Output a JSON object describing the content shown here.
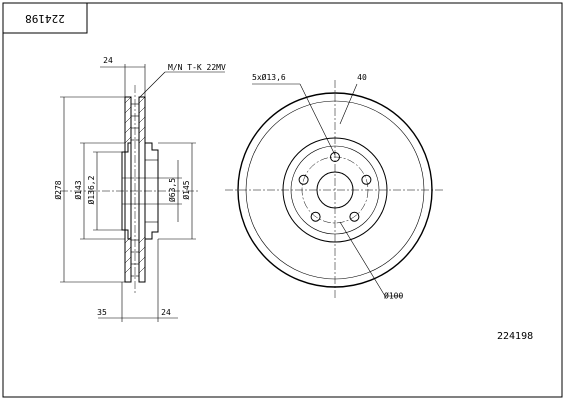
{
  "title_block": {
    "part_number_rotated": "224198"
  },
  "side_view": {
    "dim_width_top": "24",
    "note": "M/N T-K 22MV",
    "dim_outer_diameter": "Ø278",
    "dim_hub_diameter": "Ø143",
    "dim_hat_diameter": "Ø136,2",
    "dim_bore_diameter": "Ø63,5",
    "dim_inner_diameter": "Ø145",
    "dim_height_bottom": "35",
    "dim_thickness_bottom": "24"
  },
  "front_view": {
    "dim_bolt_holes": "5xØ13,6",
    "dim_bolt_angle": "40",
    "dim_bolt_circle": "Ø100"
  },
  "footer": {
    "part_number": "224198"
  }
}
